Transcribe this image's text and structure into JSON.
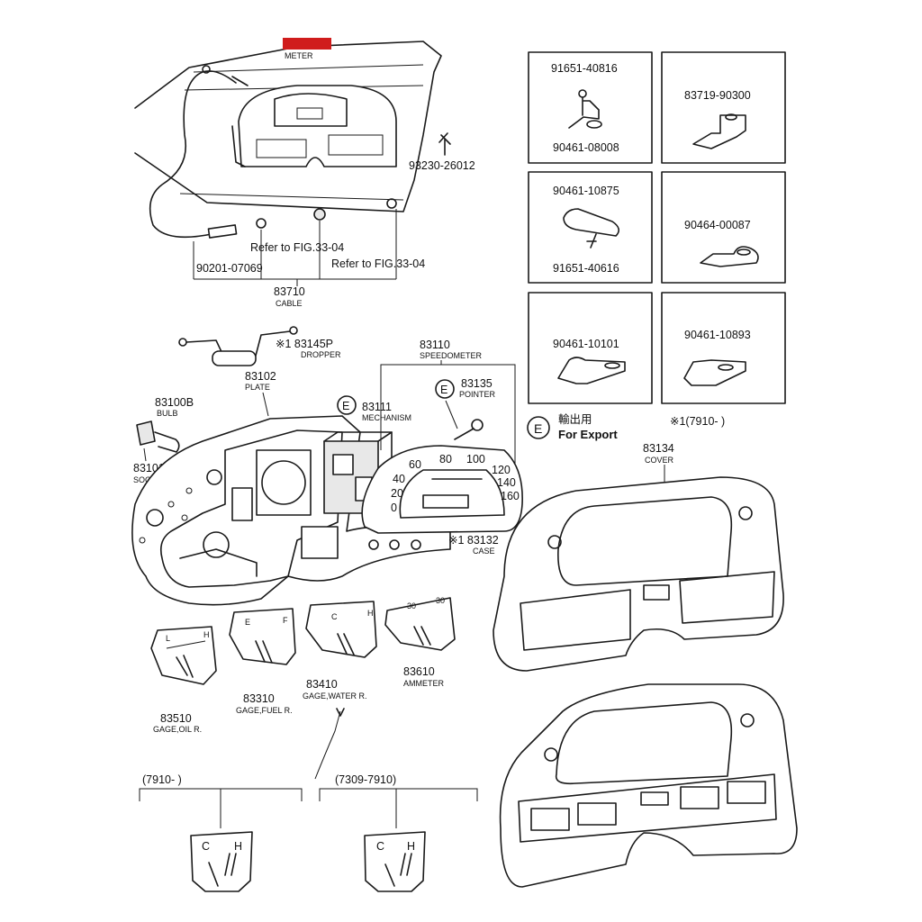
{
  "accent_color": "#d01c1c",
  "header": {
    "meter_label": "METER"
  },
  "top": {
    "screw_part": "93230-26012",
    "cable_end_part": "90201-07069",
    "refer_1": "Refer to FIG.33-04",
    "refer_2": "Refer to FIG.33-04",
    "cable_part": "83710",
    "cable_name": "CABLE"
  },
  "clamps": [
    {
      "part_a": "91651-40816",
      "part_b": "90461-08008"
    },
    {
      "part_a": "83719-90300"
    },
    {
      "part_a": "90461-10875",
      "part_b": "91651-40616"
    },
    {
      "part_a": "90464-00087"
    },
    {
      "part_a": "90461-10101"
    },
    {
      "part_a": "90461-10893"
    }
  ],
  "export_note": {
    "symbol": "E",
    "jp": "輸出用",
    "en": "For Export",
    "range": "※1(7910-      )"
  },
  "parts": {
    "dropper": {
      "part": "※1 83145P",
      "name": "DROPPER"
    },
    "speedometer": {
      "part": "83110",
      "name": "SPEEDOMETER"
    },
    "plate": {
      "part": "83102",
      "name": "PLATE"
    },
    "bulb": {
      "part": "83100B",
      "name": "BULB"
    },
    "mechanism": {
      "symbol": "E",
      "part": "83111",
      "name": "MECHANISM"
    },
    "pointer": {
      "symbol": "E",
      "part": "83135",
      "name": "POINTER"
    },
    "socket": {
      "part": "83101",
      "name": "SOCKET"
    },
    "case": {
      "part": "※1 83132",
      "name": "CASE"
    },
    "cover": {
      "part": "83134",
      "name": "COVER"
    },
    "gage_oil": {
      "part": "83510",
      "name": "GAGE,OIL R."
    },
    "gage_fuel": {
      "part": "83310",
      "name": "GAGE,FUEL R."
    },
    "gage_water": {
      "part": "83410",
      "name": "GAGE,WATER R."
    },
    "ammeter": {
      "part": "83610",
      "name": "AMMETER"
    }
  },
  "speedo_numbers": [
    "0",
    "20",
    "40",
    "60",
    "80",
    "100",
    "120",
    "140",
    "160"
  ],
  "gauge_marks": {
    "oil": [
      "L",
      "H"
    ],
    "fuel": [
      "E",
      "F"
    ],
    "water": [
      "C",
      "H"
    ],
    "ammeter": [
      "30",
      "30"
    ]
  },
  "ranges": {
    "left": "(7910-      )",
    "right": "(7309-7910)"
  },
  "small_gauges": {
    "left": [
      "C",
      "H"
    ],
    "right": [
      "C",
      "H"
    ]
  }
}
